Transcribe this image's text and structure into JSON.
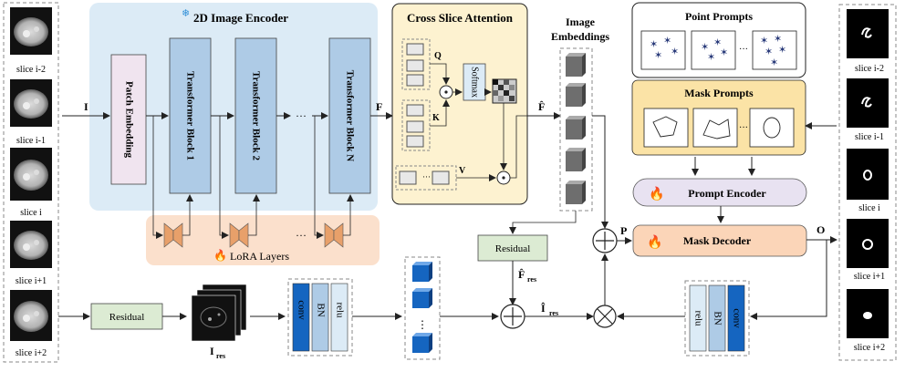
{
  "left_slices": [
    "slice i-2",
    "slice i-1",
    "slice i",
    "slice i+1",
    "slice i+2"
  ],
  "right_slices": [
    "slice i-2",
    "slice i-1",
    "slice i",
    "slice i+1",
    "slice i+2"
  ],
  "encoder": {
    "title": "2D Image Encoder",
    "patch_embedding": "Patch Embedding",
    "blocks": [
      "Transformer Block 1",
      "Transformer Block 2",
      "Transformer Block N"
    ],
    "ellipsis": "···",
    "lora_label": "LoRA Layers"
  },
  "cross_slice": {
    "title": "Cross Slice Attention",
    "q": "Q",
    "k": "K",
    "v": "V",
    "softmax": "Softmax"
  },
  "image_embeddings": {
    "title_line1": "Image",
    "title_line2": "Embeddings"
  },
  "prompts": {
    "point_title": "Point Prompts",
    "mask_title": "Mask Prompts",
    "ellipsis": "···"
  },
  "prompt_encoder": "Prompt Encoder",
  "mask_decoder": "Mask Decoder",
  "residual_boxes": [
    "Residual",
    "Residual"
  ],
  "conv_stack": [
    "conv",
    "BN",
    "relu"
  ],
  "labels": {
    "I": "I",
    "F": "F",
    "F_hat": "F̂",
    "F_hat_res": "F̂",
    "res_sub": "res",
    "I_hat_res": "Î",
    "I_res": "I",
    "P": "P",
    "O": "O",
    "vdots": "⋮"
  },
  "colors": {
    "encoder_bg": "#dcebf6",
    "block_fill": "#aecbe6",
    "patch_fill": "#f0e4ef",
    "lora_bg": "#fbe0cc",
    "cross_bg": "#fdf2d0",
    "prompt_bg": "#fbe3a6",
    "encoder_pill": "#e8e2f1",
    "decoder_pill": "#fbd5b8",
    "residual_fill": "#dcebd3",
    "cube_gray": "#6e6e6e",
    "cube_blue": "#1565c0"
  }
}
